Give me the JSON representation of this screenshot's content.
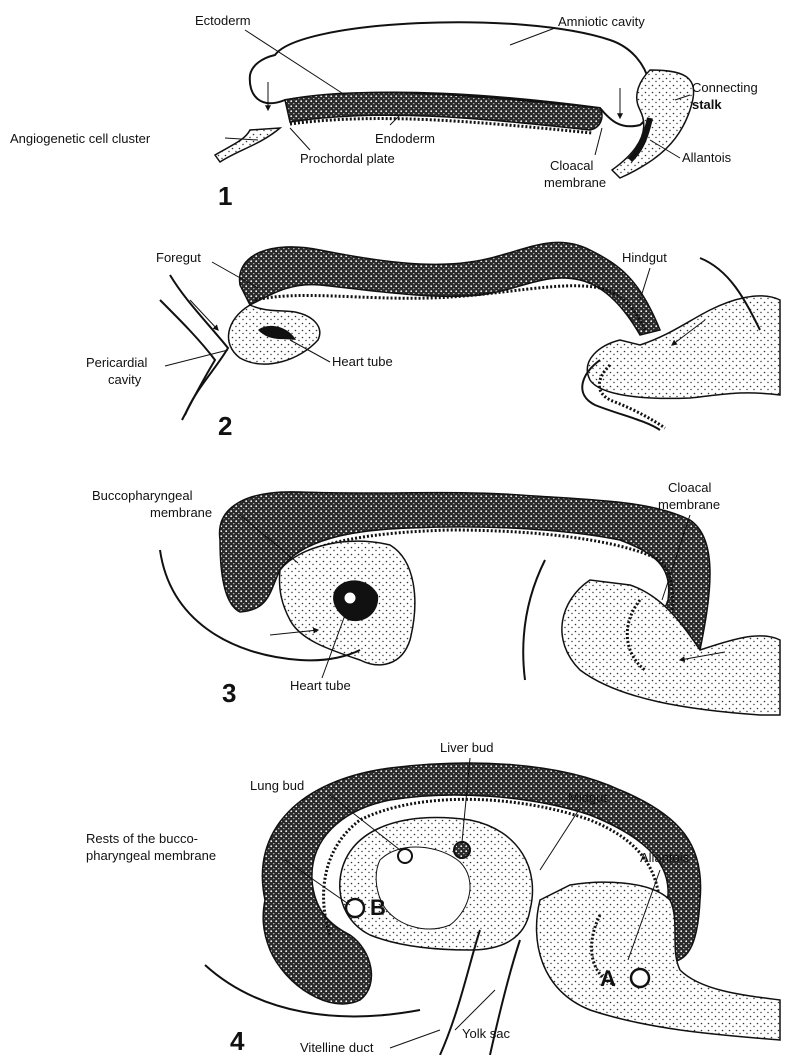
{
  "panels": [
    {
      "number": "1",
      "labels": {
        "ectoderm": "Ectoderm",
        "amniotic_cavity": "Amniotic cavity",
        "connecting_stalk_line1": "Connecting",
        "connecting_stalk_line2": "stalk",
        "angiogenetic": "Angiogenetic cell cluster",
        "endoderm": "Endoderm",
        "prochordal": "Prochordal plate",
        "cloacal_line1": "Cloacal",
        "cloacal_line2": "membrane",
        "allantois": "Allantois"
      }
    },
    {
      "number": "2",
      "labels": {
        "foregut": "Foregut",
        "hindgut": "Hindgut",
        "pericardial_line1": "Pericardial",
        "pericardial_line2": "cavity",
        "heart_tube": "Heart tube"
      }
    },
    {
      "number": "3",
      "labels": {
        "bucco_line1": "Buccopharyngeal",
        "bucco_line2": "membrane",
        "cloacal_line1": "Cloacal",
        "cloacal_line2": "membrane",
        "heart_tube": "Heart tube"
      }
    },
    {
      "number": "4",
      "labels": {
        "liver_bud": "Liver bud",
        "lung_bud": "Lung bud",
        "midgut": "Midgut",
        "rests_line1": "Rests of the bucco-",
        "rests_line2": "pharyngeal membrane",
        "allantois": "Allantois",
        "yolk_sac": "Yolk sac",
        "vitelline_duct": "Vitelline duct",
        "letter_b": "B",
        "letter_a": "A"
      }
    }
  ]
}
